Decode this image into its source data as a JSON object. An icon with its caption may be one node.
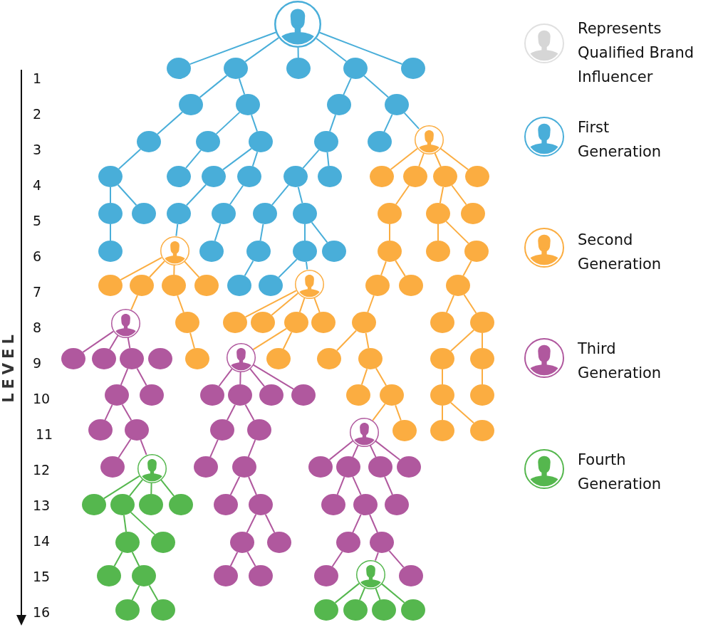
{
  "diagram": {
    "nodes": [
      {
        "text": [],
        "shape": "person"
      },
      {
        "text": [],
        "shape": "ellipse"
      },
      {
        "text": [],
        "shape": "ellipse"
      },
      {
        "text": [],
        "shape": "ellipse"
      },
      {
        "text": [],
        "shape": "ellipse"
      },
      {
        "text": [],
        "shape": "ellipse"
      },
      {
        "text": [],
        "shape": "ellipse"
      },
      {
        "text": [],
        "shape": "ellipse"
      },
      {
        "text": [],
        "shape": "ellipse"
      },
      {
        "text": [],
        "shape": "ellipse"
      },
      {
        "text": [],
        "shape": "ellipse"
      },
      {
        "text": [],
        "shape": "ellipse"
      },
      {
        "text": [],
        "shape": "ellipse"
      },
      {
        "text": [],
        "shape": "ellipse"
      },
      {
        "text": [],
        "shape": "ellipse"
      },
      {
        "text": [],
        "shape": "person"
      },
      {
        "text": [],
        "shape": "ellipse"
      },
      {
        "text": [],
        "shape": "ellipse"
      },
      {
        "text": [],
        "shape": "ellipse"
      },
      {
        "text": [],
        "shape": "ellipse"
      },
      {
        "text": [],
        "shape": "ellipse"
      },
      {
        "text": [],
        "shape": "ellipse"
      },
      {
        "text": [],
        "shape": "ellipse"
      },
      {
        "text": [],
        "shape": "ellipse"
      },
      {
        "text": [],
        "shape": "ellipse"
      },
      {
        "text": [],
        "shape": "ellipse"
      },
      {
        "text": [],
        "shape": "ellipse"
      },
      {
        "text": [],
        "shape": "ellipse"
      },
      {
        "text": [],
        "shape": "ellipse"
      },
      {
        "text": [],
        "shape": "ellipse"
      },
      {
        "text": [],
        "shape": "ellipse"
      },
      {
        "text": [],
        "shape": "ellipse"
      },
      {
        "text": [],
        "shape": "ellipse"
      },
      {
        "text": [],
        "shape": "ellipse"
      },
      {
        "text": [],
        "shape": "ellipse"
      },
      {
        "text": [],
        "shape": "ellipse"
      },
      {
        "text": [],
        "shape": "person"
      },
      {
        "text": [],
        "shape": "ellipse"
      },
      {
        "text": [],
        "shape": "ellipse"
      },
      {
        "text": [],
        "shape": "ellipse"
      },
      {
        "text": [],
        "shape": "ellipse"
      },
      {
        "text": [],
        "shape": "ellipse"
      },
      {
        "text": [],
        "shape": "ellipse"
      },
      {
        "text": [],
        "shape": "ellipse"
      },
      {
        "text": [],
        "shape": "ellipse"
      },
      {
        "text": [],
        "shape": "ellipse"
      },
      {
        "text": [],
        "shape": "ellipse"
      },
      {
        "text": [],
        "shape": "ellipse"
      },
      {
        "text": [],
        "shape": "ellipse"
      },
      {
        "text": [],
        "shape": "ellipse"
      },
      {
        "text": [],
        "shape": "person"
      },
      {
        "text": [],
        "shape": "ellipse"
      },
      {
        "text": [],
        "shape": "ellipse"
      },
      {
        "text": [],
        "shape": "ellipse"
      },
      {
        "text": [],
        "shape": "person"
      },
      {
        "text": [],
        "shape": "ellipse"
      },
      {
        "text": [],
        "shape": "ellipse"
      },
      {
        "text": [],
        "shape": "ellipse"
      },
      {
        "text": [],
        "shape": "ellipse"
      },
      {
        "text": [],
        "shape": "ellipse"
      },
      {
        "text": [],
        "shape": "ellipse"
      },
      {
        "text": [],
        "shape": "ellipse"
      },
      {
        "text": [],
        "shape": "ellipse"
      },
      {
        "text": [],
        "shape": "ellipse"
      },
      {
        "text": [],
        "shape": "ellipse"
      },
      {
        "text": [],
        "shape": "ellipse"
      },
      {
        "text": [],
        "shape": "ellipse"
      },
      {
        "text": [],
        "shape": "ellipse"
      },
      {
        "text": [],
        "shape": "person"
      },
      {
        "text": [],
        "shape": "ellipse"
      },
      {
        "text": [],
        "shape": "ellipse"
      },
      {
        "text": [],
        "shape": "ellipse"
      },
      {
        "text": [],
        "shape": "ellipse"
      },
      {
        "text": [],
        "shape": "ellipse"
      },
      {
        "text": [],
        "shape": "ellipse"
      },
      {
        "text": [],
        "shape": "ellipse"
      },
      {
        "text": [],
        "shape": "ellipse"
      },
      {
        "text": [],
        "shape": "ellipse"
      },
      {
        "text": [],
        "shape": "ellipse"
      },
      {
        "text": [],
        "shape": "ellipse"
      },
      {
        "text": [],
        "shape": "ellipse"
      },
      {
        "text": [],
        "shape": "ellipse"
      },
      {
        "text": [],
        "shape": "ellipse"
      },
      {
        "text": [],
        "shape": "ellipse"
      },
      {
        "text": [],
        "shape": "ellipse"
      },
      {
        "text": [],
        "shape": "ellipse"
      },
      {
        "text": [],
        "shape": "ellipse"
      },
      {
        "text": [],
        "shape": "ellipse"
      },
      {
        "text": [],
        "shape": "person"
      },
      {
        "text": [],
        "shape": "ellipse"
      },
      {
        "text": [],
        "shape": "ellipse"
      },
      {
        "text": [],
        "shape": "ellipse"
      },
      {
        "text": [],
        "shape": "ellipse"
      },
      {
        "text": [],
        "shape": "person"
      },
      {
        "text": [],
        "shape": "ellipse"
      },
      {
        "text": [],
        "shape": "ellipse"
      },
      {
        "text": [],
        "shape": "ellipse"
      },
      {
        "text": [],
        "shape": "ellipse"
      },
      {
        "text": [],
        "shape": "ellipse"
      },
      {
        "text": [],
        "shape": "ellipse"
      },
      {
        "text": [],
        "shape": "ellipse"
      },
      {
        "text": [],
        "shape": "ellipse"
      },
      {
        "text": [],
        "shape": "ellipse"
      },
      {
        "text": [],
        "shape": "ellipse"
      },
      {
        "text": [],
        "shape": "ellipse"
      },
      {
        "text": [],
        "shape": "ellipse"
      },
      {
        "text": [],
        "shape": "ellipse"
      },
      {
        "text": [],
        "shape": "ellipse"
      },
      {
        "text": [],
        "shape": "ellipse"
      },
      {
        "text": [],
        "shape": "ellipse"
      },
      {
        "text": [],
        "shape": "ellipse"
      },
      {
        "text": [],
        "shape": "ellipse"
      },
      {
        "text": [],
        "shape": "ellipse"
      },
      {
        "text": [],
        "shape": "ellipse"
      },
      {
        "text": [],
        "shape": "ellipse"
      },
      {
        "text": [],
        "shape": "ellipse"
      },
      {
        "text": [],
        "shape": "ellipse"
      },
      {
        "text": [],
        "shape": "ellipse"
      },
      {
        "text": [],
        "shape": "ellipse"
      },
      {
        "text": [],
        "shape": "ellipse"
      },
      {
        "text": [],
        "shape": "person"
      },
      {
        "text": [],
        "shape": "ellipse"
      },
      {
        "text": [],
        "shape": "ellipse"
      },
      {
        "text": [],
        "shape": "ellipse"
      },
      {
        "text": [],
        "shape": "ellipse"
      },
      {
        "text": [],
        "shape": "ellipse"
      },
      {
        "text": [],
        "shape": "ellipse"
      },
      {
        "text": [],
        "shape": "ellipse"
      }
    ],
    "edges": [
      {
        "from": 0,
        "to": 1,
        "arrow": "none",
        "color": "#49aed9"
      },
      {
        "from": 0,
        "to": 2,
        "arrow": "none",
        "color": "#49aed9"
      },
      {
        "from": 0,
        "to": 3,
        "arrow": "none",
        "color": "#49aed9"
      },
      {
        "from": 0,
        "to": 4,
        "arrow": "none",
        "color": "#49aed9"
      },
      {
        "from": 0,
        "to": 5,
        "arrow": "none",
        "color": "#49aed9"
      },
      {
        "from": 2,
        "to": 6,
        "arrow": "none",
        "color": "#49aed9"
      },
      {
        "from": 2,
        "to": 7,
        "arrow": "none",
        "color": "#49aed9"
      },
      {
        "from": 4,
        "to": 8,
        "arrow": "none",
        "color": "#49aed9"
      },
      {
        "from": 4,
        "to": 9,
        "arrow": "none",
        "color": "#49aed9"
      },
      {
        "from": 6,
        "to": 10,
        "arrow": "none",
        "color": "#49aed9"
      },
      {
        "from": 7,
        "to": 11,
        "arrow": "none",
        "color": "#49aed9"
      },
      {
        "from": 7,
        "to": 12,
        "arrow": "none",
        "color": "#49aed9"
      },
      {
        "from": 8,
        "to": 13,
        "arrow": "none",
        "color": "#49aed9"
      },
      {
        "from": 9,
        "to": 14,
        "arrow": "none",
        "color": "#49aed9"
      },
      {
        "from": 9,
        "to": 15,
        "arrow": "none",
        "color": "#49aed9"
      },
      {
        "from": 10,
        "to": 16,
        "arrow": "none",
        "color": "#49aed9"
      },
      {
        "from": 11,
        "to": 17,
        "arrow": "none",
        "color": "#49aed9"
      },
      {
        "from": 12,
        "to": 18,
        "arrow": "none",
        "color": "#49aed9"
      },
      {
        "from": 12,
        "to": 19,
        "arrow": "none",
        "color": "#49aed9"
      },
      {
        "from": 13,
        "to": 20,
        "arrow": "none",
        "color": "#49aed9"
      },
      {
        "from": 13,
        "to": 21,
        "arrow": "none",
        "color": "#49aed9"
      },
      {
        "from": 15,
        "to": 22,
        "arrow": "none"
      },
      {
        "from": 15,
        "to": 23,
        "arrow": "none"
      },
      {
        "from": 15,
        "to": 24,
        "arrow": "none"
      },
      {
        "from": 15,
        "to": 25,
        "arrow": "none"
      },
      {
        "from": 16,
        "to": 26,
        "arrow": "none",
        "color": "#49aed9"
      },
      {
        "from": 16,
        "to": 27,
        "arrow": "none",
        "color": "#49aed9"
      },
      {
        "from": 18,
        "to": 28,
        "arrow": "none",
        "color": "#49aed9"
      },
      {
        "from": 19,
        "to": 29,
        "arrow": "none",
        "color": "#49aed9"
      },
      {
        "from": 20,
        "to": 30,
        "arrow": "none",
        "color": "#49aed9"
      },
      {
        "from": 20,
        "to": 31,
        "arrow": "none",
        "color": "#49aed9"
      },
      {
        "from": 23,
        "to": 32,
        "arrow": "none"
      },
      {
        "from": 24,
        "to": 33,
        "arrow": "none"
      },
      {
        "from": 24,
        "to": 34,
        "arrow": "none"
      },
      {
        "from": 26,
        "to": 35,
        "arrow": "none",
        "color": "#49aed9"
      },
      {
        "from": 28,
        "to": 36,
        "arrow": "none",
        "color": "#49aed9"
      },
      {
        "from": 29,
        "to": 37,
        "arrow": "none",
        "color": "#49aed9"
      },
      {
        "from": 30,
        "to": 38,
        "arrow": "none",
        "color": "#49aed9"
      },
      {
        "from": 31,
        "to": 39,
        "arrow": "none",
        "color": "#49aed9"
      },
      {
        "from": 31,
        "to": 40,
        "arrow": "none",
        "color": "#49aed9"
      },
      {
        "from": 32,
        "to": 41,
        "arrow": "none"
      },
      {
        "from": 33,
        "to": 42,
        "arrow": "none"
      },
      {
        "from": 33,
        "to": 43,
        "arrow": "none"
      },
      {
        "from": 36,
        "to": 44,
        "arrow": "none"
      },
      {
        "from": 36,
        "to": 45,
        "arrow": "none"
      },
      {
        "from": 36,
        "to": 46,
        "arrow": "none"
      },
      {
        "from": 36,
        "to": 47,
        "arrow": "none"
      },
      {
        "from": 38,
        "to": 48,
        "arrow": "none",
        "color": "#49aed9"
      },
      {
        "from": 39,
        "to": 49,
        "arrow": "none",
        "color": "#49aed9"
      },
      {
        "from": 39,
        "to": 50,
        "arrow": "none",
        "color": "#49aed9"
      },
      {
        "from": 41,
        "to": 51,
        "arrow": "none"
      },
      {
        "from": 41,
        "to": 52,
        "arrow": "none"
      },
      {
        "from": 43,
        "to": 53,
        "arrow": "none"
      },
      {
        "from": 45,
        "to": 54,
        "arrow": "none"
      },
      {
        "from": 46,
        "to": 55,
        "arrow": "none"
      },
      {
        "from": 50,
        "to": 56,
        "arrow": "none"
      },
      {
        "from": 50,
        "to": 57,
        "arrow": "none"
      },
      {
        "from": 50,
        "to": 58,
        "arrow": "none"
      },
      {
        "from": 50,
        "to": 59,
        "arrow": "none"
      },
      {
        "from": 51,
        "to": 60,
        "arrow": "none"
      },
      {
        "from": 53,
        "to": 61,
        "arrow": "none"
      },
      {
        "from": 53,
        "to": 62,
        "arrow": "none"
      },
      {
        "from": 54,
        "to": 63,
        "arrow": "none",
        "color": "#b0589e"
      },
      {
        "from": 54,
        "to": 64,
        "arrow": "none",
        "color": "#b0589e"
      },
      {
        "from": 54,
        "to": 65,
        "arrow": "none",
        "color": "#b0589e"
      },
      {
        "from": 55,
        "to": 67,
        "arrow": "none"
      },
      {
        "from": 58,
        "to": 68,
        "arrow": "none"
      },
      {
        "from": 58,
        "to": 69,
        "arrow": "none"
      },
      {
        "from": 60,
        "to": 70,
        "arrow": "none"
      },
      {
        "from": 60,
        "to": 71,
        "arrow": "none"
      },
      {
        "from": 62,
        "to": 72,
        "arrow": "none"
      },
      {
        "from": 62,
        "to": 73,
        "arrow": "none"
      },
      {
        "from": 65,
        "to": 74,
        "arrow": "none",
        "color": "#b0589e"
      },
      {
        "from": 65,
        "to": 75,
        "arrow": "none",
        "color": "#b0589e"
      },
      {
        "from": 68,
        "to": 76,
        "arrow": "none",
        "color": "#b0589e"
      },
      {
        "from": 68,
        "to": 77,
        "arrow": "none",
        "color": "#b0589e"
      },
      {
        "from": 68,
        "to": 78,
        "arrow": "none",
        "color": "#b0589e"
      },
      {
        "from": 68,
        "to": 79,
        "arrow": "none",
        "color": "#b0589e"
      },
      {
        "from": 71,
        "to": 80,
        "arrow": "none"
      },
      {
        "from": 71,
        "to": 81,
        "arrow": "none"
      },
      {
        "from": 72,
        "to": 82,
        "arrow": "none"
      },
      {
        "from": 73,
        "to": 83,
        "arrow": "none"
      },
      {
        "from": 74,
        "to": 84,
        "arrow": "none",
        "color": "#b0589e"
      },
      {
        "from": 74,
        "to": 85,
        "arrow": "none",
        "color": "#b0589e"
      },
      {
        "from": 77,
        "to": 86,
        "arrow": "none",
        "color": "#b0589e"
      },
      {
        "from": 77,
        "to": 87,
        "arrow": "none",
        "color": "#b0589e"
      },
      {
        "from": 81,
        "to": 88,
        "arrow": "none"
      },
      {
        "from": 81,
        "to": 89,
        "arrow": "none"
      },
      {
        "from": 82,
        "to": 90,
        "arrow": "none"
      },
      {
        "from": 82,
        "to": 91,
        "arrow": "none"
      },
      {
        "from": 85,
        "to": 92,
        "arrow": "none",
        "color": "#b0589e"
      },
      {
        "from": 85,
        "to": 93,
        "arrow": "none",
        "color": "#b0589e"
      },
      {
        "from": 86,
        "to": 94,
        "arrow": "none",
        "color": "#b0589e"
      },
      {
        "from": 87,
        "to": 95,
        "arrow": "none",
        "color": "#b0589e"
      },
      {
        "from": 88,
        "to": 96,
        "arrow": "none",
        "color": "#b0589e"
      },
      {
        "from": 88,
        "to": 97,
        "arrow": "none",
        "color": "#b0589e"
      },
      {
        "from": 88,
        "to": 98,
        "arrow": "none",
        "color": "#b0589e"
      },
      {
        "from": 88,
        "to": 99,
        "arrow": "none",
        "color": "#b0589e"
      },
      {
        "from": 93,
        "to": 100,
        "arrow": "none",
        "color": "#55b74e"
      },
      {
        "from": 93,
        "to": 101,
        "arrow": "none",
        "color": "#55b74e"
      },
      {
        "from": 93,
        "to": 102,
        "arrow": "none",
        "color": "#55b74e"
      },
      {
        "from": 93,
        "to": 103,
        "arrow": "none",
        "color": "#55b74e"
      },
      {
        "from": 95,
        "to": 104,
        "arrow": "none",
        "color": "#b0589e"
      },
      {
        "from": 95,
        "to": 105,
        "arrow": "none",
        "color": "#b0589e"
      },
      {
        "from": 97,
        "to": 106,
        "arrow": "none",
        "color": "#b0589e"
      },
      {
        "from": 97,
        "to": 107,
        "arrow": "none",
        "color": "#b0589e"
      },
      {
        "from": 98,
        "to": 108,
        "arrow": "none",
        "color": "#b0589e"
      },
      {
        "from": 101,
        "to": 109,
        "arrow": "none",
        "color": "#55b74e"
      },
      {
        "from": 101,
        "to": 110,
        "arrow": "none",
        "color": "#55b74e"
      },
      {
        "from": 105,
        "to": 111,
        "arrow": "none",
        "color": "#b0589e"
      },
      {
        "from": 105,
        "to": 112,
        "arrow": "none",
        "color": "#b0589e"
      },
      {
        "from": 107,
        "to": 113,
        "arrow": "none",
        "color": "#b0589e"
      },
      {
        "from": 107,
        "to": 114,
        "arrow": "none",
        "color": "#b0589e"
      },
      {
        "from": 109,
        "to": 115,
        "arrow": "none",
        "color": "#55b74e"
      },
      {
        "from": 109,
        "to": 116,
        "arrow": "none",
        "color": "#55b74e"
      },
      {
        "from": 111,
        "to": 117,
        "arrow": "none",
        "color": "#b0589e"
      },
      {
        "from": 111,
        "to": 118,
        "arrow": "none",
        "color": "#b0589e"
      },
      {
        "from": 113,
        "to": 119,
        "arrow": "none",
        "color": "#b0589e"
      },
      {
        "from": 114,
        "to": 120,
        "arrow": "none",
        "color": "#b0589e"
      },
      {
        "from": 114,
        "to": 121,
        "arrow": "none",
        "color": "#b0589e"
      },
      {
        "from": 116,
        "to": 122,
        "arrow": "none",
        "color": "#55b74e"
      },
      {
        "from": 116,
        "to": 123,
        "arrow": "none",
        "color": "#55b74e"
      },
      {
        "from": 120,
        "to": 124,
        "arrow": "none",
        "color": "#55b74e"
      },
      {
        "from": 120,
        "to": 125,
        "arrow": "none",
        "color": "#55b74e"
      },
      {
        "from": 120,
        "to": 126,
        "arrow": "none",
        "color": "#55b74e"
      },
      {
        "from": 120,
        "to": 127,
        "arrow": "none",
        "color": "#55b74e"
      }
    ],
    "labels": [
      "LEVEL",
      "1",
      "2",
      "3",
      "4",
      "5",
      "6",
      "7",
      "8",
      "9",
      "10",
      "11",
      "12",
      "13",
      "14",
      "15",
      "16"
    ],
    "legend": [
      {
        "text": "Represents Qualified Brand Influencer"
      },
      {
        "text": "First Generation"
      },
      {
        "text": "Second Generation"
      },
      {
        "text": "Third Generation"
      },
      {
        "text": "Fourth Generation"
      }
    ]
  }
}
